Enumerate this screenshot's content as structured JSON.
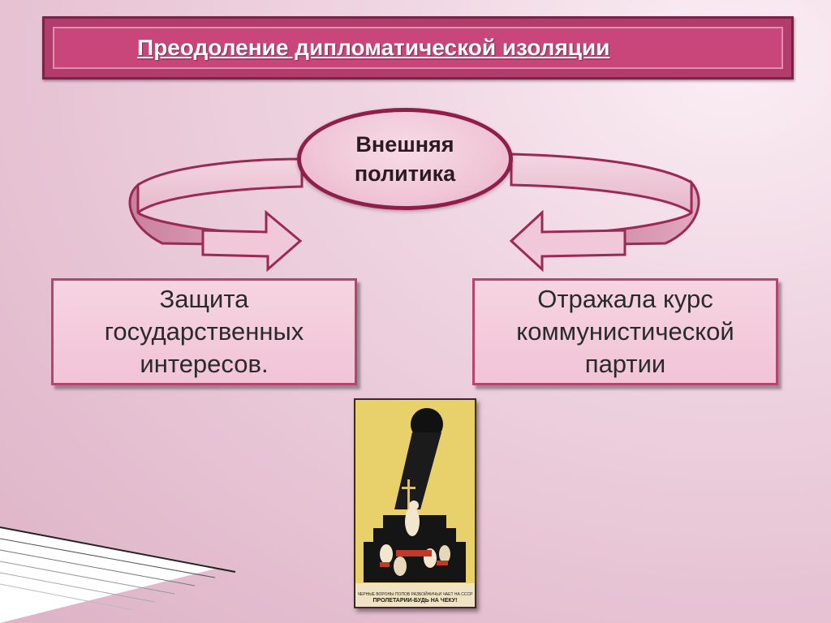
{
  "title": "Преодоление дипломатической изоляции",
  "center": {
    "line1": "Внешняя",
    "line2": "политика"
  },
  "left_box": {
    "line1": "Защита",
    "line2": "государственных",
    "line3": "интересов."
  },
  "right_box": {
    "line1": "Отражала курс",
    "line2": "коммунистической",
    "line3": "партии"
  },
  "poster": {
    "caption_small": "ЧЕРНЫЕ ВОРОНЫ ПОПОВ РАЗБОЙНИЧЬИ ЧАЕТ НА СССР",
    "caption_big": "ПРОЛЕТАРИИ-БУДЬ НА ЧЕКУ!"
  },
  "colors": {
    "accent": "#c9467a",
    "dark_accent": "#8f1f4a",
    "box_fill": "#f3c9d9"
  }
}
